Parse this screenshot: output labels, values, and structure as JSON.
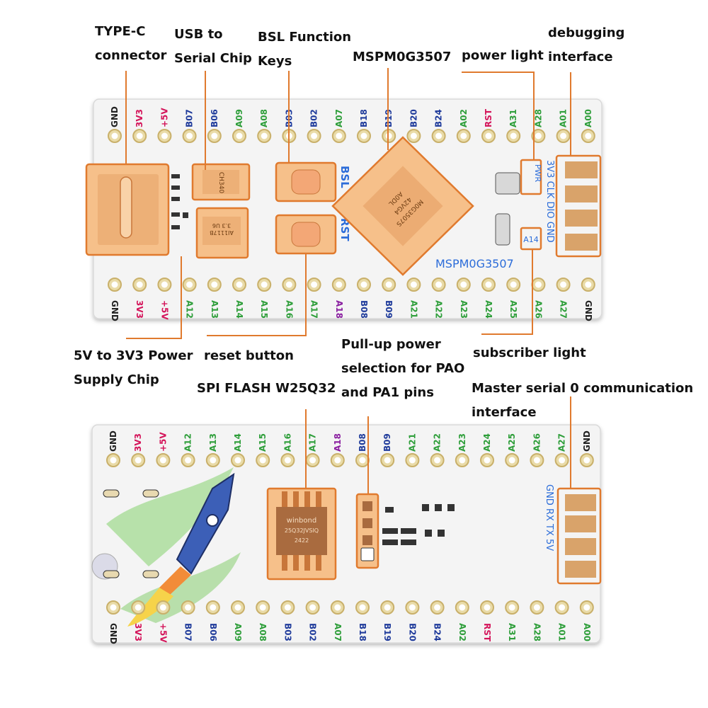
{
  "colors": {
    "accent": "#e07a2e",
    "highlight_fill": "#f6c08a",
    "board": "#f4f4f4",
    "label_gnd": "#222222",
    "label_power": "#d4145a",
    "label_blue": "#1f3b9b",
    "label_green": "#2e9e3a",
    "label_purple": "#8a1fa0",
    "silk_blue": "#2b6cd9",
    "pad_copper": "#d9a36a"
  },
  "callouts": {
    "typec": "TYPE-C\nconnector",
    "usb_serial": "USB to\nSerial Chip",
    "bsl_keys": "BSL Function\nKeys",
    "mcu": "MSPM0G3507",
    "power_light": "power light",
    "debug": "debugging\ninterface",
    "ldo": "5V to 3V3 Power\nSupply Chip",
    "reset": "reset button",
    "pullup": "Pull-up power\nselection for PAO\nand PA1 pins",
    "sub_light": "subscriber light",
    "flash": "SPI FLASH W25Q32",
    "uart0": "Master serial 0 communication\ninterface"
  },
  "front_board": {
    "top_pins": [
      "GND",
      "3V3",
      "+5V",
      "B07",
      "B06",
      "A09",
      "A08",
      "B03",
      "B02",
      "A07",
      "B18",
      "B19",
      "B20",
      "B24",
      "A02",
      "RST",
      "A31",
      "A28",
      "A01",
      "A00"
    ],
    "bottom_pins": [
      "GND",
      "3V3",
      "+5V",
      "A12",
      "A13",
      "A14",
      "A15",
      "A16",
      "A17",
      "A18",
      "B08",
      "B09",
      "A21",
      "A22",
      "A23",
      "A24",
      "A25",
      "A26",
      "A27",
      "GND"
    ],
    "silk_bsl": "BSL",
    "silk_rst": "RST",
    "silk_brand": "MSPM0G3507",
    "silk_pwr": "PWR",
    "silk_a14": "A14",
    "debug_pins": "3V3 CLK DIO GND",
    "mcu_marking": [
      "M0G3507S",
      "42VG4",
      "A0DL"
    ],
    "usb_chip_marking": "CH340",
    "ldo_marking": [
      "AI1117B",
      "3.3 U6"
    ]
  },
  "back_board": {
    "top_pins": [
      "GND",
      "3V3",
      "+5V",
      "A12",
      "A13",
      "A14",
      "A15",
      "A16",
      "A17",
      "A18",
      "B08",
      "B09",
      "A21",
      "A22",
      "A23",
      "A24",
      "A25",
      "A26",
      "A27",
      "GND"
    ],
    "bottom_pins": [
      "GND",
      "3V3",
      "+5V",
      "B07",
      "B06",
      "A09",
      "A08",
      "B03",
      "B02",
      "A07",
      "B18",
      "B19",
      "B20",
      "B24",
      "A02",
      "RST",
      "A31",
      "A28",
      "A01",
      "A00"
    ],
    "uart_pins": "GND RX  TX  5V",
    "flash_marking": [
      "winbond",
      "25Q32JVSIQ",
      "2422"
    ]
  }
}
